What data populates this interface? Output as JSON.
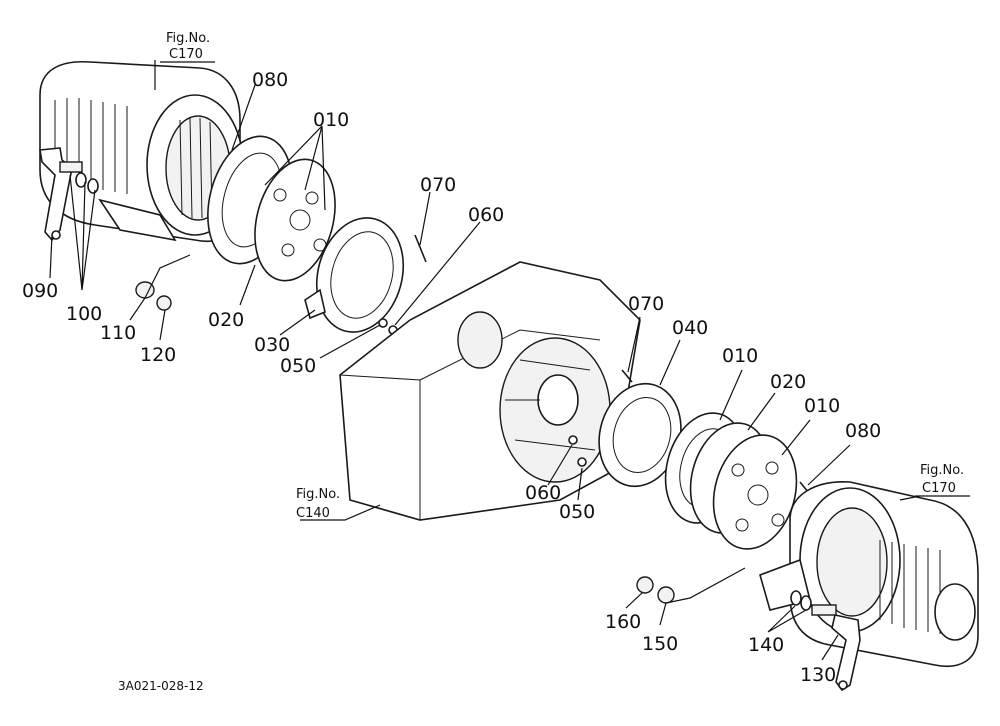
{
  "figure_refs": {
    "top_left": [
      "Fig.No.",
      "C170"
    ],
    "bottom_right": [
      "Fig.No.",
      "C170"
    ],
    "center": [
      "Fig.No.",
      "C140"
    ]
  },
  "callouts": [
    {
      "id": "c080a",
      "text": "080"
    },
    {
      "id": "c010a",
      "text": "010"
    },
    {
      "id": "c070a",
      "text": "070"
    },
    {
      "id": "c060a",
      "text": "060"
    },
    {
      "id": "c090",
      "text": "090"
    },
    {
      "id": "c100",
      "text": "100"
    },
    {
      "id": "c110",
      "text": "110"
    },
    {
      "id": "c120",
      "text": "120"
    },
    {
      "id": "c020a",
      "text": "020"
    },
    {
      "id": "c030",
      "text": "030"
    },
    {
      "id": "c050a",
      "text": "050"
    },
    {
      "id": "c070b",
      "text": "070"
    },
    {
      "id": "c040",
      "text": "040"
    },
    {
      "id": "c010b",
      "text": "010"
    },
    {
      "id": "c020b",
      "text": "020"
    },
    {
      "id": "c010c",
      "text": "010"
    },
    {
      "id": "c080b",
      "text": "080"
    },
    {
      "id": "c060b",
      "text": "060"
    },
    {
      "id": "c050b",
      "text": "050"
    },
    {
      "id": "c160",
      "text": "160"
    },
    {
      "id": "c150",
      "text": "150"
    },
    {
      "id": "c140",
      "text": "140"
    },
    {
      "id": "c130",
      "text": "130"
    }
  ],
  "caption": "3A021-028-12"
}
